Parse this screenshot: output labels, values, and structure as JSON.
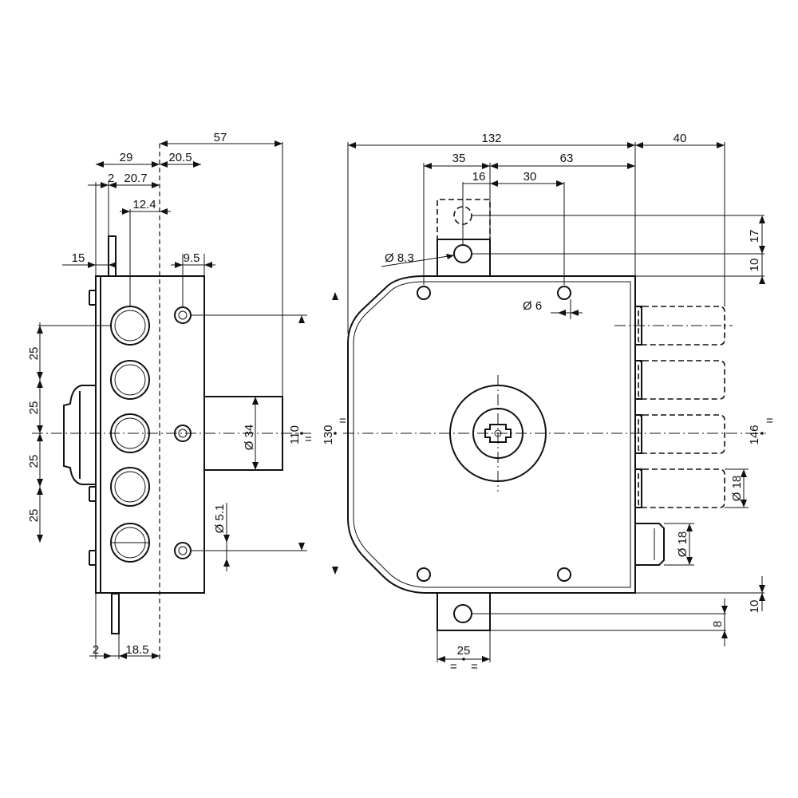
{
  "side_view": {
    "dim_overall_depth": "57",
    "dim_case_depth": "29",
    "dim_front_offset": "20.5",
    "dim_plate_thickness": "2",
    "dim_case_inner": "20.7",
    "dim_bolt_axis": "12.4",
    "dim_plate_width": "15",
    "dim_hole_offset": "9.5",
    "dim_pitch_1": "25",
    "dim_pitch_2": "25",
    "dim_pitch_3": "25",
    "dim_pitch_4": "25",
    "dim_cylinder_dia": "Ø 34",
    "dim_screw_dia": "Ø 5.1",
    "dim_height_110": "110",
    "dim_bottom_plate": "2",
    "dim_bottom_depth": "18.5"
  },
  "front_view": {
    "dim_total_width": "132",
    "dim_throw": "40",
    "dim_left_35": "35",
    "dim_right_63": "63",
    "dim_16": "16",
    "dim_30": "30",
    "dim_hole_83": "Ø 8.3",
    "dim_hole_6": "Ø 6",
    "dim_17": "17",
    "dim_10_top": "10",
    "dim_130": "130",
    "dim_146": "146",
    "dim_bolt_dia": "Ø 18",
    "dim_latch_dia": "Ø 18",
    "dim_10_bottom": "10",
    "dim_8": "8",
    "dim_25": "25"
  }
}
